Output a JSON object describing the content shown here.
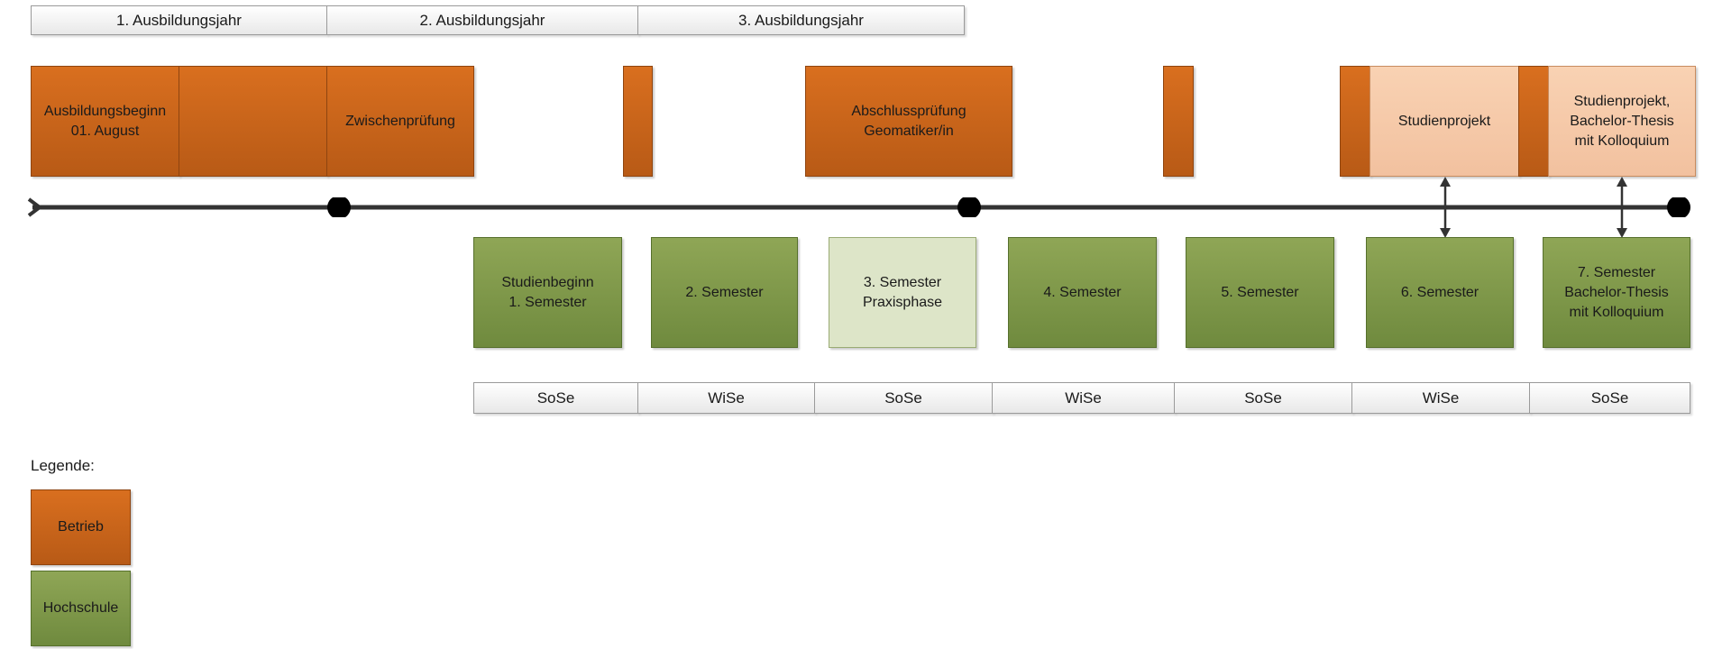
{
  "years": [
    "1. Ausbildungsjahr",
    "2. Ausbildungsjahr",
    "3. Ausbildungsjahr"
  ],
  "company_boxes": {
    "start": "Ausbildungsbeginn\n01. August",
    "interim_exam": "Zwischenprüfung",
    "final_exam": "Abschlussprüfung\nGeomatiker/in",
    "study_project": "Studienprojekt",
    "thesis": "Studienprojekt,\nBachelor-Thesis\nmit Kolloquium"
  },
  "semesters": [
    "Studienbeginn\n1. Semester",
    "2. Semester",
    "3. Semester\nPraxisphase",
    "4. Semester",
    "5. Semester",
    "6. Semester",
    "7. Semester\nBachelor-Thesis\nmit Kolloquium"
  ],
  "terms": [
    "SoSe",
    "WiSe",
    "SoSe",
    "WiSe",
    "SoSe",
    "WiSe",
    "SoSe"
  ],
  "legend": {
    "title": "Legende:",
    "company": "Betrieb",
    "university": "Hochschule"
  },
  "colors": {
    "company": "#c8631b",
    "company_light": "#f6c9a8",
    "university": "#7f9848",
    "university_light": "#dde5c8",
    "timeline": "#333333"
  }
}
